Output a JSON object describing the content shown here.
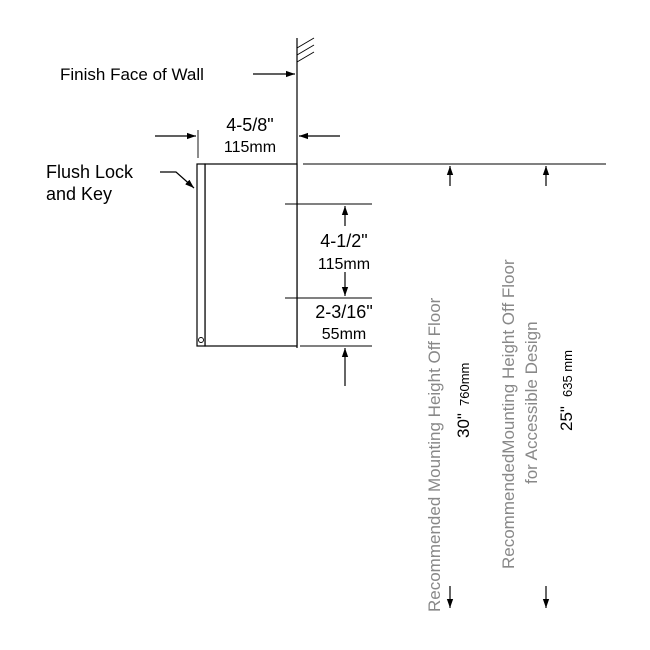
{
  "wall": {
    "label": "Finish Face of Wall"
  },
  "width_dim": {
    "imperial": "4-5/8\"",
    "metric": "115mm"
  },
  "lock": {
    "line1": "Flush Lock",
    "line2": "and Key"
  },
  "dim_upper": {
    "imperial": "4-1/2\"",
    "metric": "115mm"
  },
  "dim_lower": {
    "imperial": "2-3/16\"",
    "metric": "55mm"
  },
  "mount_std": {
    "label": "Recommended Mounting Height Off Floor",
    "imperial": "30\"",
    "metric": "760mm"
  },
  "mount_ada": {
    "line1": "RecommendedMounting Height Off Floor",
    "line2": "for Accessible Design",
    "imperial": "25\"",
    "metric": "635 mm"
  }
}
